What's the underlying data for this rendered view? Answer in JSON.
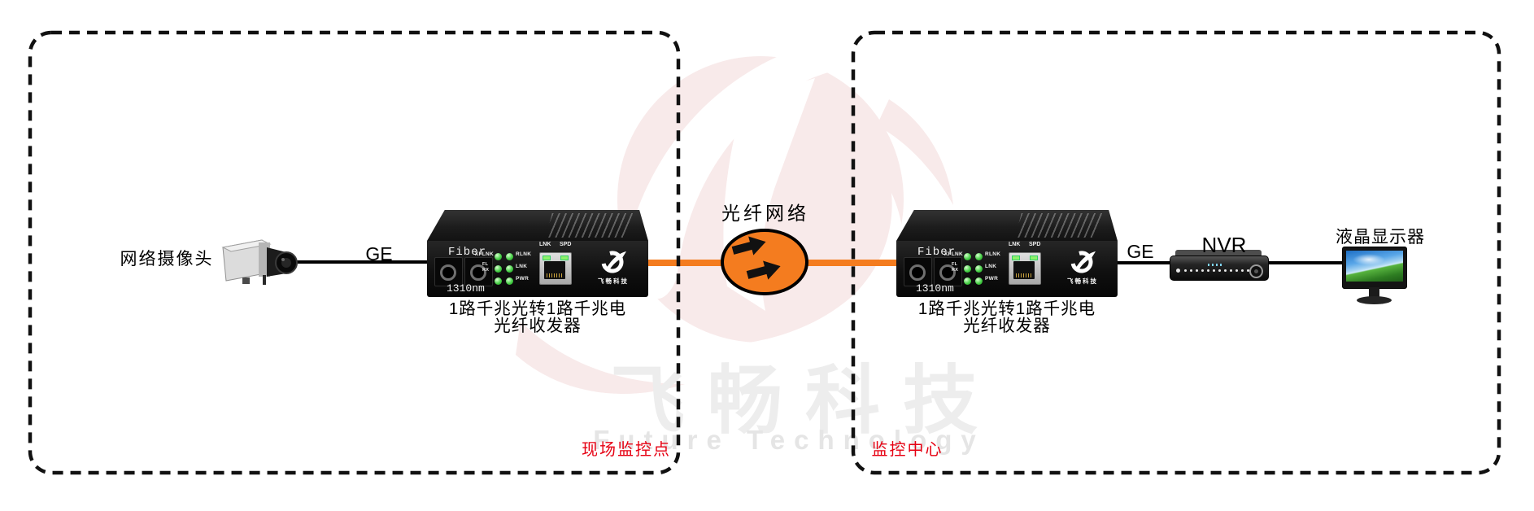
{
  "watermark": {
    "brand_cn": "飞畅科技",
    "brand_en": "Future Technology"
  },
  "colors": {
    "fiber_orange": "#f47c1f",
    "label_red": "#e60012",
    "watermark_pink": "#f8eaea",
    "led_green": "#35c335"
  },
  "fiber_link": {
    "network_label": "光纤网络"
  },
  "site_zone": {
    "zone_label": "现场监控点",
    "camera_label": "网络摄像头",
    "uplink_label": "GE"
  },
  "center_zone": {
    "zone_label": "监控中心",
    "uplink_label": "GE",
    "nvr_label": "NVR",
    "monitor_label": "液晶显示器"
  },
  "converter": {
    "caption_line1": "1路千兆光转1路千兆电",
    "caption_line2": "光纤收发器",
    "fiber_port_label": "Fiber",
    "wavelength_label": "1310nm",
    "logo_text": "飞畅科技",
    "leds": {
      "row1_left": "XFLNK",
      "row1_right": "RLNK",
      "row2_left_a": "FL",
      "row2_left_b": "RX",
      "row2_right": "LNK",
      "row3_right": "PWR"
    },
    "rj45": {
      "link_label": "LNK",
      "speed_label": "SPD"
    }
  }
}
